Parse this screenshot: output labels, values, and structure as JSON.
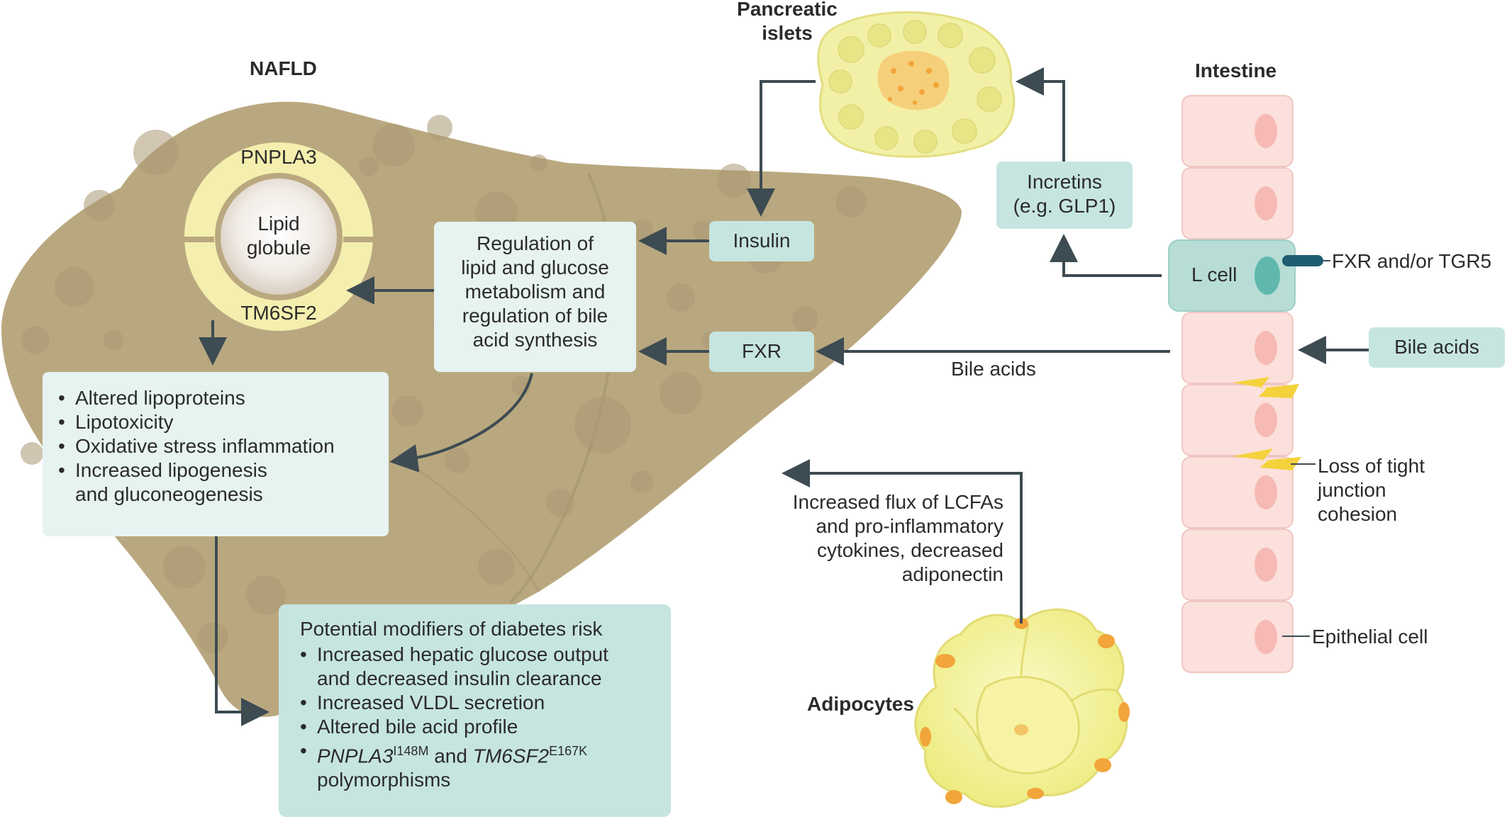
{
  "titles": {
    "nafld": "NAFLD",
    "pancreatic": [
      "Pancreatic",
      "islets"
    ],
    "intestine": "Intestine",
    "adipocytes": "Adipocytes"
  },
  "lipid_droplet": {
    "gene_top": "PNPLA3",
    "gene_bottom": "TM6SF2",
    "core": [
      "Lipid",
      "globule"
    ]
  },
  "boxes": {
    "regulation": [
      "Regulation of",
      "lipid and glucose",
      "metabolism and",
      "regulation of bile",
      "acid synthesis"
    ],
    "insulin": "Insulin",
    "fxr": "FXR",
    "incretins": [
      "Incretins",
      "(e.g. GLP1)"
    ],
    "bile_acids": "Bile acids",
    "effects": [
      "Altered lipoproteins",
      "Lipotoxicity",
      "Oxidative stress inflammation",
      "Increased lipogenesis",
      "and gluconeogenesis"
    ],
    "modifiers": {
      "heading": "Potential modifiers of diabetes risk",
      "items": [
        "Increased hepatic glucose output",
        "and decreased insulin clearance",
        "Increased VLDL secretion",
        "Altered bile acid profile"
      ],
      "poly": {
        "gene1": "PNPLA3",
        "sup1": "I148M",
        "and": " and ",
        "gene2": "TM6SF2",
        "sup2": "E167K",
        "line2": "polymorphisms"
      }
    }
  },
  "labels": {
    "bile_acids_arrow": "Bile acids",
    "fxr_tgr5": "FXR and/or TGR5",
    "l_cell": "L cell",
    "tight_junction": [
      "Loss of tight",
      "junction",
      "cohesion"
    ],
    "epithelial": "Epithelial cell",
    "flux": [
      "Increased flux of LCFAs",
      "and pro-inflammatory",
      "cytokines, decreased",
      "adiponectin"
    ]
  },
  "colors": {
    "liver": "#b9a87f",
    "liver_dark": "#a99873",
    "teal_box": "#c6e5e0",
    "light_box": "#e7f3f1",
    "arrow": "#3d4b52",
    "epithelial": "#fbe0dc",
    "nucleus": "#f6b9b4",
    "l_cell": "#b7ddd6",
    "l_cell_nucleus": "#5fb8ab",
    "receptor": "#1f5d73",
    "lightning": "#f4d23c",
    "adipocyte": "#f2ef8e",
    "adipocyte_edge": "#f2a53a",
    "islet": "#f1f0a6",
    "droplet_ring": "#f4efae"
  }
}
